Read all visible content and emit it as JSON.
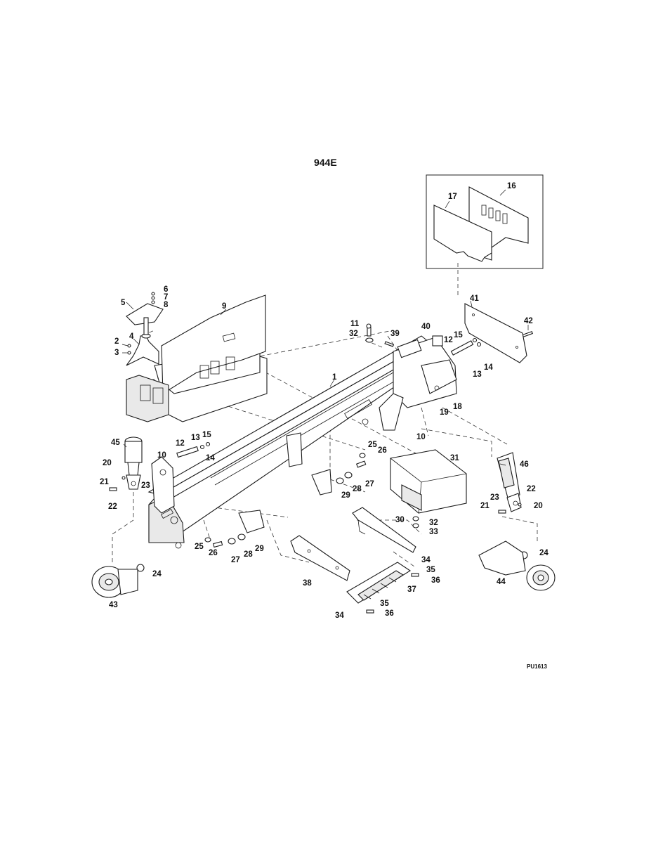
{
  "diagram": {
    "title": "944E",
    "drawing_code": "PU1613",
    "callouts": [
      {
        "id": "c1",
        "text": "1"
      },
      {
        "id": "c2",
        "text": "2"
      },
      {
        "id": "c3",
        "text": "3"
      },
      {
        "id": "c4",
        "text": "4"
      },
      {
        "id": "c5",
        "text": "5"
      },
      {
        "id": "c6",
        "text": "6"
      },
      {
        "id": "c7",
        "text": "7"
      },
      {
        "id": "c8",
        "text": "8"
      },
      {
        "id": "c9",
        "text": "9"
      },
      {
        "id": "c10a",
        "text": "10"
      },
      {
        "id": "c10b",
        "text": "10"
      },
      {
        "id": "c11",
        "text": "11"
      },
      {
        "id": "c12a",
        "text": "12"
      },
      {
        "id": "c12b",
        "text": "12"
      },
      {
        "id": "c13a",
        "text": "13"
      },
      {
        "id": "c13b",
        "text": "13"
      },
      {
        "id": "c14a",
        "text": "14"
      },
      {
        "id": "c14b",
        "text": "14"
      },
      {
        "id": "c15a",
        "text": "15"
      },
      {
        "id": "c15b",
        "text": "15"
      },
      {
        "id": "c16",
        "text": "16"
      },
      {
        "id": "c17",
        "text": "17"
      },
      {
        "id": "c18",
        "text": "18"
      },
      {
        "id": "c19",
        "text": "19"
      },
      {
        "id": "c20a",
        "text": "20"
      },
      {
        "id": "c20b",
        "text": "20"
      },
      {
        "id": "c21a",
        "text": "21"
      },
      {
        "id": "c21b",
        "text": "21"
      },
      {
        "id": "c22a",
        "text": "22"
      },
      {
        "id": "c22b",
        "text": "22"
      },
      {
        "id": "c23a",
        "text": "23"
      },
      {
        "id": "c23b",
        "text": "23"
      },
      {
        "id": "c24a",
        "text": "24"
      },
      {
        "id": "c24b",
        "text": "24"
      },
      {
        "id": "c25a",
        "text": "25"
      },
      {
        "id": "c25b",
        "text": "25"
      },
      {
        "id": "c26a",
        "text": "26"
      },
      {
        "id": "c26b",
        "text": "26"
      },
      {
        "id": "c27a",
        "text": "27"
      },
      {
        "id": "c27b",
        "text": "27"
      },
      {
        "id": "c28a",
        "text": "28"
      },
      {
        "id": "c28b",
        "text": "28"
      },
      {
        "id": "c29a",
        "text": "29"
      },
      {
        "id": "c29b",
        "text": "29"
      },
      {
        "id": "c30",
        "text": "30"
      },
      {
        "id": "c31",
        "text": "31"
      },
      {
        "id": "c32a",
        "text": "32"
      },
      {
        "id": "c32b",
        "text": "32"
      },
      {
        "id": "c33",
        "text": "33"
      },
      {
        "id": "c34a",
        "text": "34"
      },
      {
        "id": "c34b",
        "text": "34"
      },
      {
        "id": "c35a",
        "text": "35"
      },
      {
        "id": "c35b",
        "text": "35"
      },
      {
        "id": "c36a",
        "text": "36"
      },
      {
        "id": "c36b",
        "text": "36"
      },
      {
        "id": "c37",
        "text": "37"
      },
      {
        "id": "c38",
        "text": "38"
      },
      {
        "id": "c39",
        "text": "39"
      },
      {
        "id": "c40",
        "text": "40"
      },
      {
        "id": "c41",
        "text": "41"
      },
      {
        "id": "c42",
        "text": "42"
      },
      {
        "id": "c43",
        "text": "43"
      },
      {
        "id": "c44",
        "text": "44"
      },
      {
        "id": "c45",
        "text": "45"
      },
      {
        "id": "c46",
        "text": "46"
      }
    ]
  }
}
